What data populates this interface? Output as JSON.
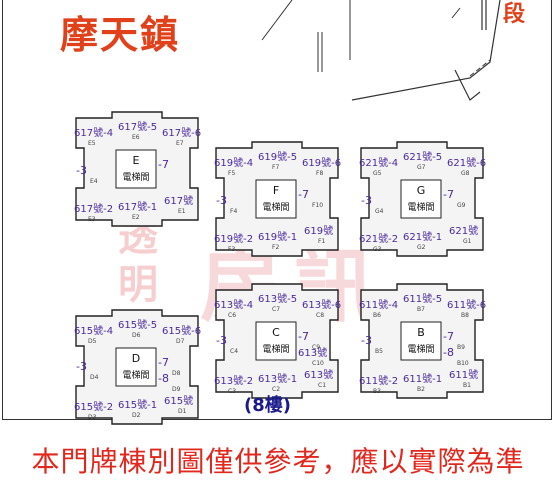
{
  "header": {
    "title": "摩天鎮",
    "corner_text": "段"
  },
  "floor_label": "(8樓)",
  "footer_note": "本門牌棟別圖僅供參考，應以實際為準",
  "watermark": {
    "line1": "透",
    "line2": "明",
    "line3": "房訊"
  },
  "colors": {
    "accent": "#e0401a",
    "unit_label": "#4b2a9c",
    "footer": "#e0281e"
  },
  "core_label": "電梯間",
  "buildings": [
    {
      "name": "E",
      "units": [
        {
          "addr": "617號-4",
          "code": "E5"
        },
        {
          "addr": "617號-5",
          "code": "E6"
        },
        {
          "addr": "617號-6",
          "code": "E7"
        },
        {
          "addr": "-3",
          "code": "E4"
        },
        {
          "addr": "-7",
          "code": ""
        },
        {
          "addr": "617號-2",
          "code": "E3"
        },
        {
          "addr": "617號-1",
          "code": "E2"
        },
        {
          "addr": "617號",
          "code": "E1"
        }
      ]
    },
    {
      "name": "F",
      "units": [
        {
          "addr": "619號-4",
          "code": "F5"
        },
        {
          "addr": "619號-5",
          "code": "F7"
        },
        {
          "addr": "619號-6",
          "code": "F8"
        },
        {
          "addr": "-3",
          "code": "F4"
        },
        {
          "addr": "-7",
          "code": "F10"
        },
        {
          "addr": "619號-2",
          "code": "F3"
        },
        {
          "addr": "619號-1",
          "code": "F2"
        },
        {
          "addr": "619號",
          "code": "F1"
        }
      ]
    },
    {
      "name": "G",
      "units": [
        {
          "addr": "621號-4",
          "code": "G5"
        },
        {
          "addr": "621號-5",
          "code": "G7"
        },
        {
          "addr": "621號-6",
          "code": "G8"
        },
        {
          "addr": "-3",
          "code": "G4"
        },
        {
          "addr": "-7",
          "code": "G9"
        },
        {
          "addr": "621號-2",
          "code": "G3"
        },
        {
          "addr": "621號-1",
          "code": "G2"
        },
        {
          "addr": "621號",
          "code": "G1"
        }
      ]
    },
    {
      "name": "D",
      "units": [
        {
          "addr": "615號-4",
          "code": "D5"
        },
        {
          "addr": "615號-5",
          "code": "D6"
        },
        {
          "addr": "615號-6",
          "code": "D7"
        },
        {
          "addr": "-3",
          "code": "D4"
        },
        {
          "addr": "-7",
          "code": "D8"
        },
        {
          "addr": "-8",
          "code": "D9"
        },
        {
          "addr": "615號-2",
          "code": "D3"
        },
        {
          "addr": "615號-1",
          "code": "D2"
        },
        {
          "addr": "615號",
          "code": "D1"
        }
      ]
    },
    {
      "name": "C",
      "units": [
        {
          "addr": "613號-4",
          "code": "C6"
        },
        {
          "addr": "613號-5",
          "code": "C7"
        },
        {
          "addr": "613號-6",
          "code": "C8"
        },
        {
          "addr": "-3",
          "code": "C4"
        },
        {
          "addr": "-7",
          "code": "C9"
        },
        {
          "addr": "613號",
          "code": "C10"
        },
        {
          "addr": "613號-2",
          "code": "C3"
        },
        {
          "addr": "613號-1",
          "code": "C2"
        },
        {
          "addr": "613號",
          "code": "C1"
        }
      ]
    },
    {
      "name": "B",
      "units": [
        {
          "addr": "611號-4",
          "code": "B6"
        },
        {
          "addr": "611號-5",
          "code": "B7"
        },
        {
          "addr": "611號-6",
          "code": "B8"
        },
        {
          "addr": "-3",
          "code": "B5"
        },
        {
          "addr": "-7",
          "code": "B9"
        },
        {
          "addr": "-8",
          "code": "B10"
        },
        {
          "addr": "611號-2",
          "code": "B3"
        },
        {
          "addr": "611號-1",
          "code": "B2"
        },
        {
          "addr": "611號",
          "code": "B1"
        }
      ]
    }
  ]
}
